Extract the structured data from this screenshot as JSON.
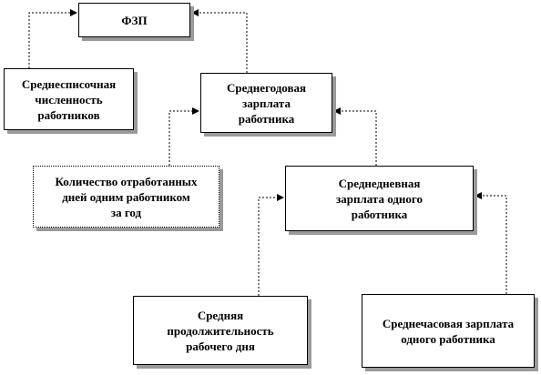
{
  "nodes": {
    "fzp": "ФЗП",
    "headcount": "Среднесписочная\nчисленность\nработников",
    "annual_wage": "Среднегодовая\nзарплата\nработника",
    "days_worked": "Количество отработанных\nдней одним работником\nза год",
    "daily_wage": "Среднедневная\nзарплата одного\nработника",
    "workday_length": "Средняя\nпродолжительность\nрабочего дня",
    "hourly_wage": "Среднечасовая зарплата\nодного работника"
  }
}
